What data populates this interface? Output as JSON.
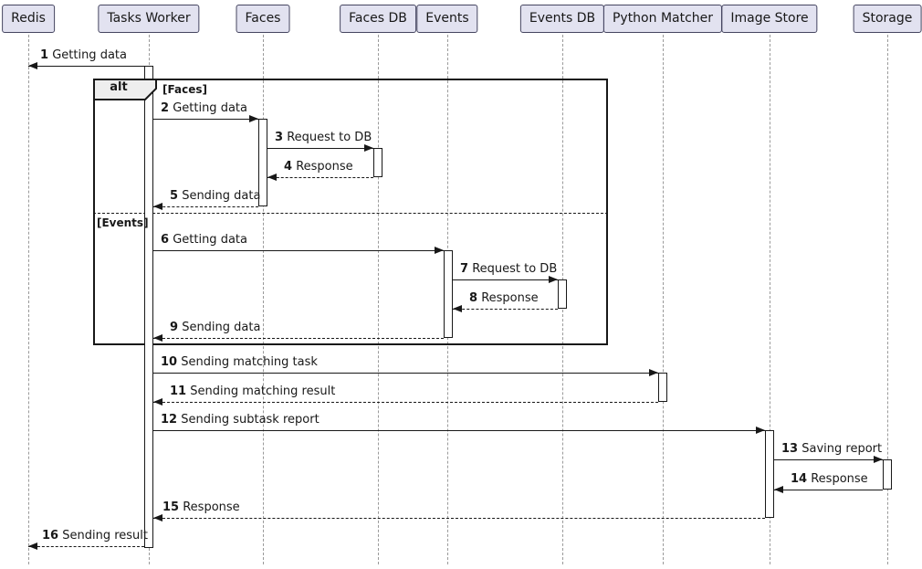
{
  "diagram": {
    "type": "sequence",
    "participants": [
      {
        "label": "Redis"
      },
      {
        "label": "Tasks Worker"
      },
      {
        "label": "Faces"
      },
      {
        "label": "Faces DB"
      },
      {
        "label": "Events"
      },
      {
        "label": "Events DB"
      },
      {
        "label": "Python Matcher"
      },
      {
        "label": "Image Store"
      },
      {
        "label": "Storage"
      }
    ],
    "frame": {
      "operator": "alt",
      "guards": [
        {
          "label": "[Faces]"
        },
        {
          "label": "[Events]"
        }
      ]
    },
    "messages": [
      {
        "num": "1",
        "text": "Getting data",
        "from": "Tasks Worker",
        "to": "Redis",
        "line": "solid"
      },
      {
        "num": "2",
        "text": "Getting data",
        "from": "Tasks Worker",
        "to": "Faces",
        "line": "solid"
      },
      {
        "num": "3",
        "text": "Request to DB",
        "from": "Faces",
        "to": "Faces DB",
        "line": "solid"
      },
      {
        "num": "4",
        "text": "Response",
        "from": "Faces DB",
        "to": "Faces",
        "line": "dashed"
      },
      {
        "num": "5",
        "text": "Sending data",
        "from": "Faces",
        "to": "Tasks Worker",
        "line": "dashed"
      },
      {
        "num": "6",
        "text": "Getting data",
        "from": "Tasks Worker",
        "to": "Events",
        "line": "solid"
      },
      {
        "num": "7",
        "text": "Request to DB",
        "from": "Events",
        "to": "Events DB",
        "line": "solid"
      },
      {
        "num": "8",
        "text": "Response",
        "from": "Events DB",
        "to": "Events",
        "line": "dashed"
      },
      {
        "num": "9",
        "text": "Sending data",
        "from": "Events",
        "to": "Tasks Worker",
        "line": "dashed"
      },
      {
        "num": "10",
        "text": "Sending matching task",
        "from": "Tasks Worker",
        "to": "Python Matcher",
        "line": "solid"
      },
      {
        "num": "11",
        "text": "Sending matching result",
        "from": "Python Matcher",
        "to": "Tasks Worker",
        "line": "dashed"
      },
      {
        "num": "12",
        "text": "Sending subtask report",
        "from": "Tasks Worker",
        "to": "Image Store",
        "line": "solid"
      },
      {
        "num": "13",
        "text": "Saving report",
        "from": "Image Store",
        "to": "Storage",
        "line": "solid"
      },
      {
        "num": "14",
        "text": "Response",
        "from": "Storage",
        "to": "Image Store",
        "line": "solid"
      },
      {
        "num": "15",
        "text": "Response",
        "from": "Image Store",
        "to": "Tasks Worker",
        "line": "dashed"
      },
      {
        "num": "16",
        "text": "Sending result",
        "from": "Tasks Worker",
        "to": "Redis",
        "line": "dashed"
      }
    ]
  },
  "colors": {
    "participant_fill": "#E2E2F0",
    "participant_border": "#454560",
    "line": "#181818",
    "frame_label_fill": "#EEEEEE",
    "lifeline": "#9A9A9A",
    "background": "#FFFFFF"
  }
}
